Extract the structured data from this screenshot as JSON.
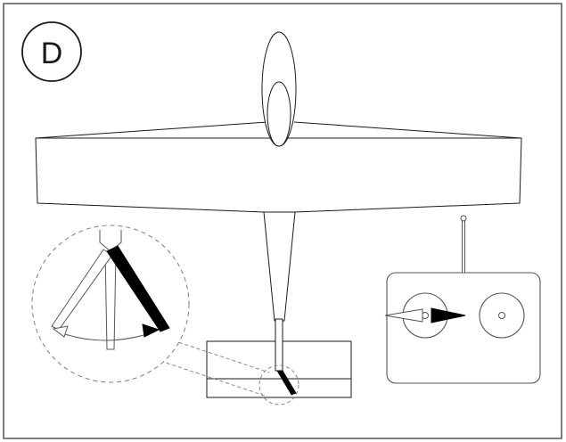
{
  "figure": {
    "panel_label": "D",
    "stroke_color": "#1a1a1a",
    "background_color": "#ffffff",
    "fill_dark": "#000000"
  },
  "parts": {
    "airplane": "airplane-top-view",
    "rudder_detail": "rudder-deflection-detail",
    "transmitter": "radio-transmitter",
    "left_stick": "left-control-stick",
    "right_stick": "right-control-stick"
  }
}
